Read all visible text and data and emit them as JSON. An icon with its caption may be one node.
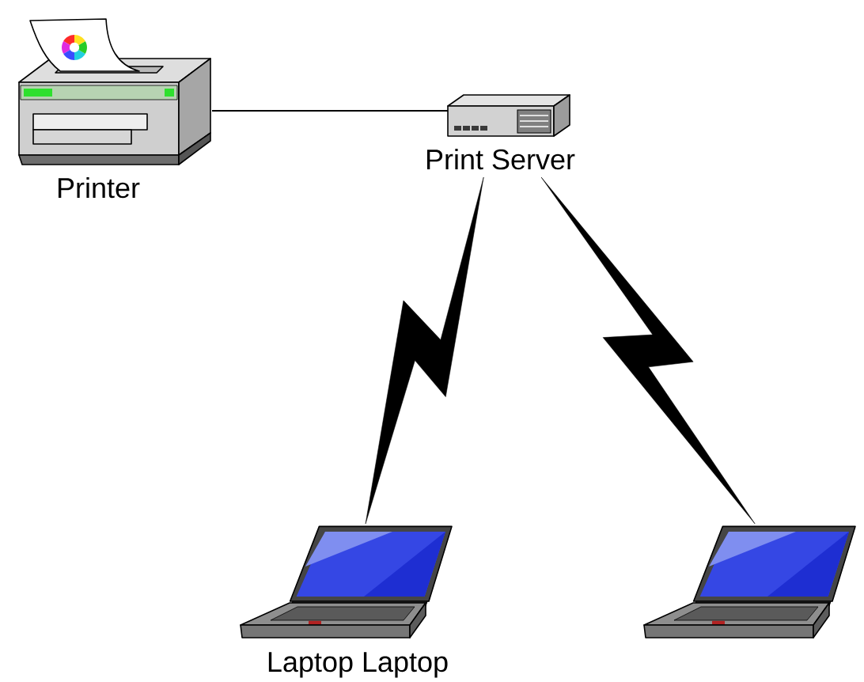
{
  "diagram": {
    "nodes": [
      {
        "text": [
          "Printer"
        ]
      },
      {
        "text": [
          "Print Server"
        ]
      },
      {
        "text": [
          "Laptop Laptop"
        ]
      },
      {
        "text": [],
        "shape": "picture"
      }
    ],
    "edges": [
      {
        "from": 0,
        "to": 1,
        "arrow": "none"
      },
      {
        "from": 1,
        "to": 2,
        "arrow": "none"
      },
      {
        "from": 1,
        "to": 3,
        "arrow": "none"
      }
    ]
  }
}
